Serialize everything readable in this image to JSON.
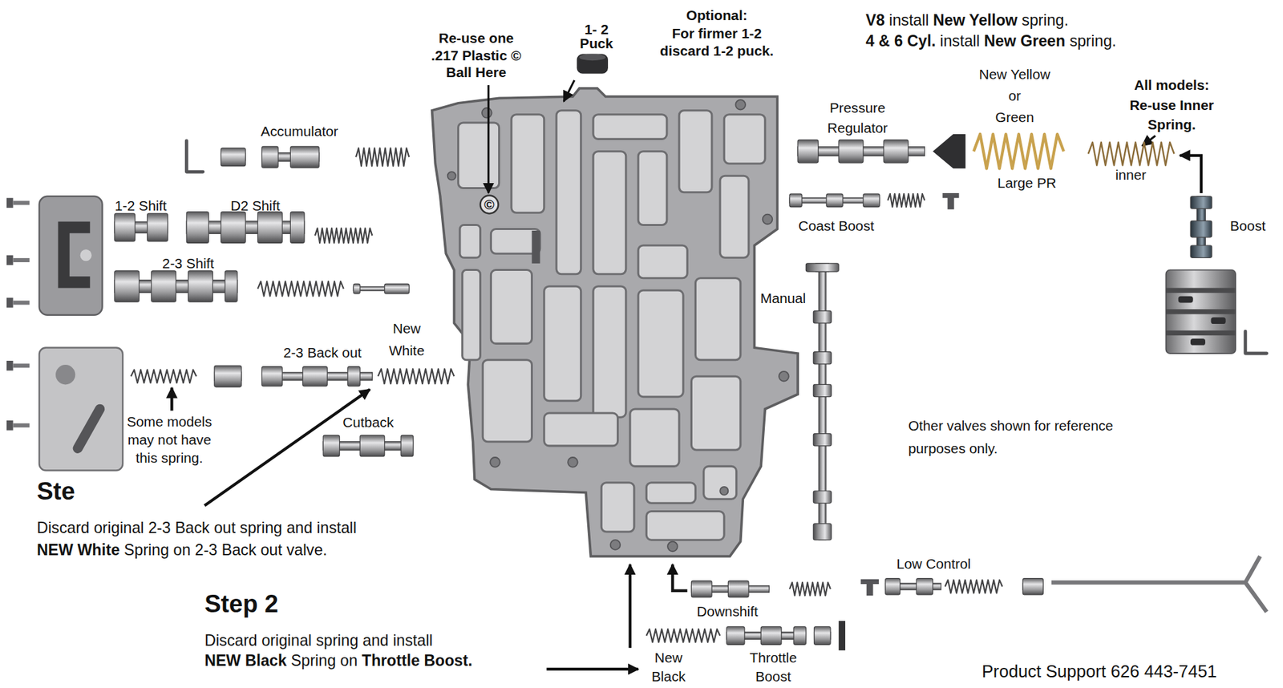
{
  "diagram": {
    "labels": [
      "Re-use one .217 Plastic © Ball Here",
      "1- 2 Puck",
      "Optional: For firmer 1-2 discard 1-2 puck.",
      "V8 install New Yellow spring. 4 & 6 Cyl. install New Green spring.",
      "Accumulator",
      "1-2 Shift",
      "D2 Shift",
      "2-3 Shift",
      "2-3 Back out",
      "New White",
      "Some models may not have this spring.",
      "Cutback",
      "Ste",
      "Discard original 2-3 Back out spring and install NEW White Spring on 2-3 Back out valve.",
      "Step 2",
      "Discard original spring and install NEW Black Spring on Throttle Boost.",
      "New Black",
      "Throttle Boost",
      "Downshift",
      "Low Control",
      "Manual",
      "Other valves shown for reference purposes only.",
      "Product Support 626 443-7451",
      "Coast Boost",
      "Pressure Regulator",
      "New Yellow or Green",
      "Large PR",
      "inner",
      "All models: Re-use Inner Spring.",
      "Boost",
      "©"
    ]
  }
}
